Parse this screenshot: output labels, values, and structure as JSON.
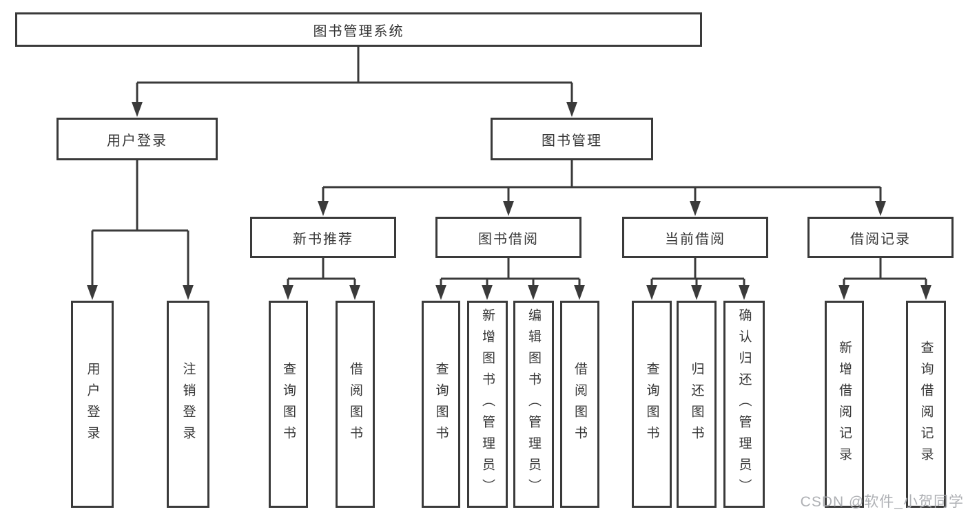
{
  "tree": {
    "label": "图书管理系统",
    "children": [
      {
        "label": "用户登录",
        "children": [
          {
            "label": "用户登录"
          },
          {
            "label": "注销登录"
          }
        ]
      },
      {
        "label": "图书管理",
        "children": [
          {
            "label": "新书推荐",
            "children": [
              {
                "label": "查询图书"
              },
              {
                "label": "借阅图书"
              }
            ]
          },
          {
            "label": "图书借阅",
            "children": [
              {
                "label": "查询图书"
              },
              {
                "label": "新增图书（管理员）"
              },
              {
                "label": "编辑图书（管理员）"
              },
              {
                "label": "借阅图书"
              }
            ]
          },
          {
            "label": "当前借阅",
            "children": [
              {
                "label": "查询图书"
              },
              {
                "label": "归还图书"
              },
              {
                "label": "确认归还（管理员）"
              }
            ]
          },
          {
            "label": "借阅记录",
            "children": [
              {
                "label": "新增借阅记录"
              },
              {
                "label": "查询借阅记录"
              }
            ]
          }
        ]
      }
    ]
  },
  "watermark": "CSDN @软件_小贺同学",
  "style": {
    "line_color": "#3a3a3a",
    "box_border_color": "#3a3a3a",
    "text_color": "#363636",
    "watermark_color": "#aaacb0",
    "background": "#ffffff"
  }
}
